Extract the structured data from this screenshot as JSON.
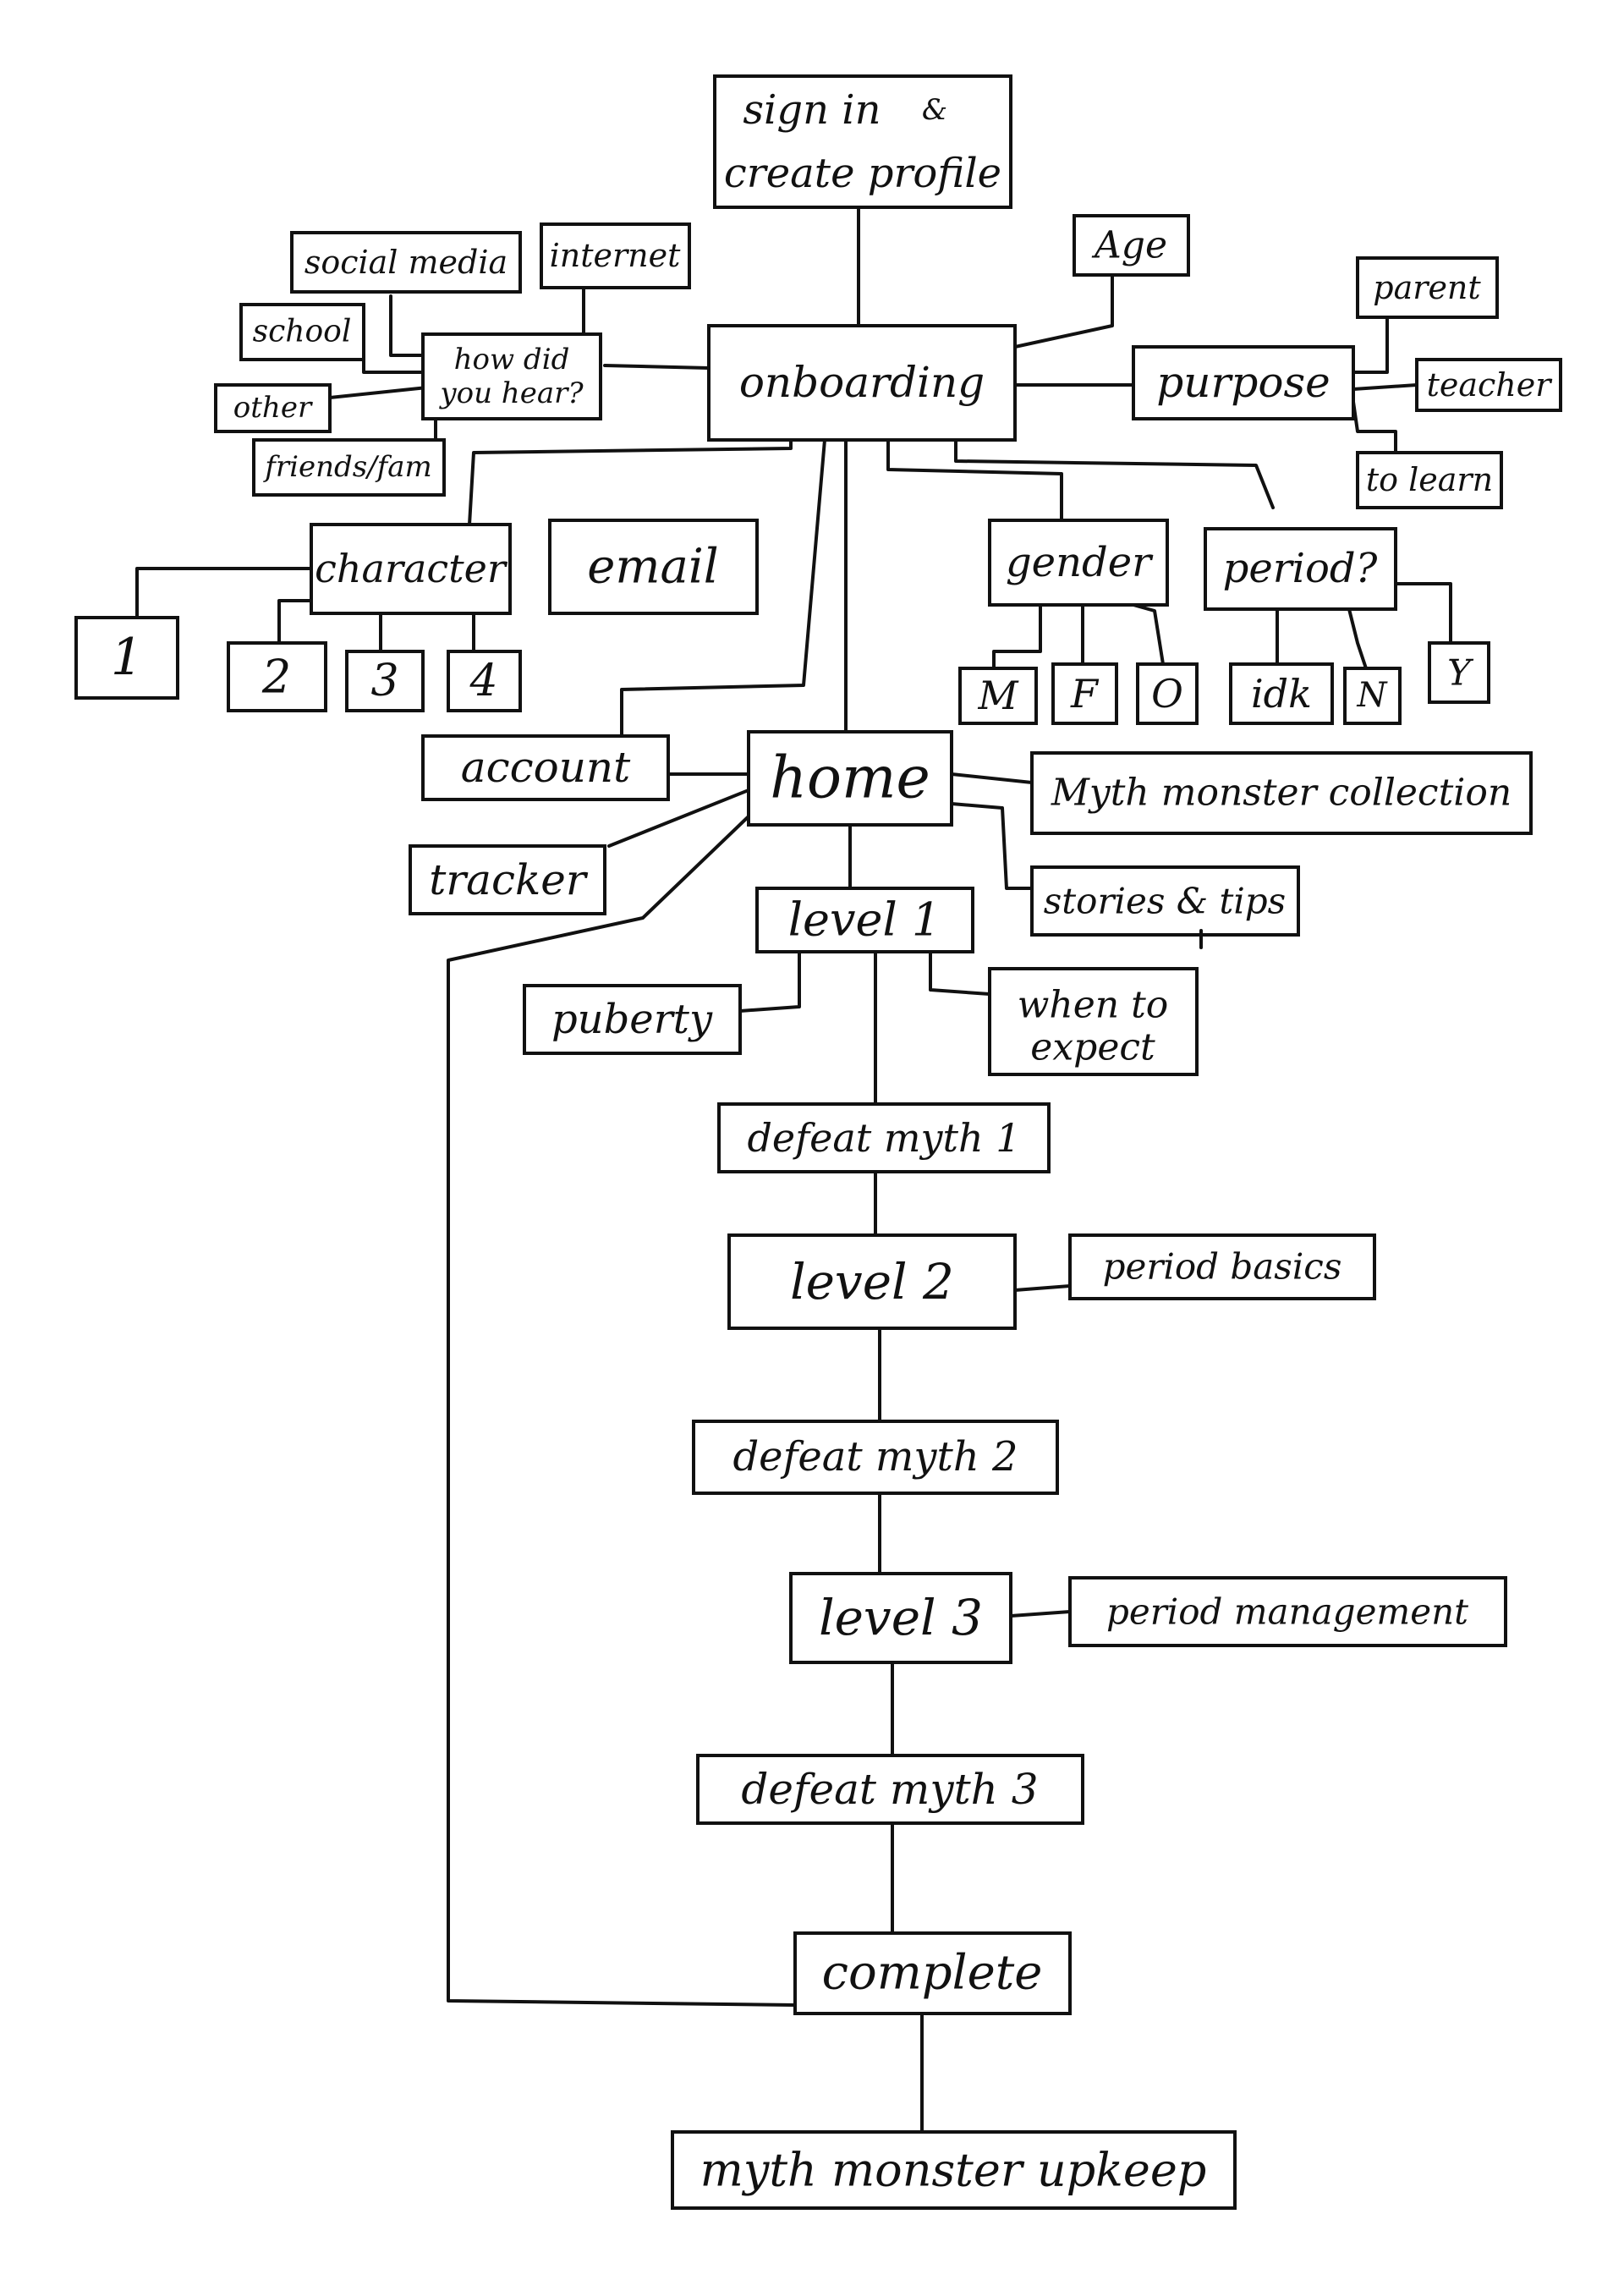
{
  "nodes": {
    "sign_in": {
      "line1": "sign in",
      "amp": "&",
      "line2": "create profile"
    },
    "age": "Age",
    "social_media": "social media",
    "internet": "internet",
    "school": "school",
    "how_did_you_hear": {
      "line1": "how did",
      "line2": "you hear?"
    },
    "other": "other",
    "friends_fam": "friends/fam",
    "onboarding": "onboarding",
    "purpose": "purpose",
    "parent": "parent",
    "teacher": "teacher",
    "to_learn": "to learn",
    "character": "character",
    "email": "email",
    "gender": "gender",
    "period_q": "period?",
    "char_1": "1",
    "char_2": "2",
    "char_3": "3",
    "char_4": "4",
    "gender_m": "M",
    "gender_f": "F",
    "gender_o": "O",
    "period_idk": "idk",
    "period_n": "N",
    "period_y": "Y",
    "account": "account",
    "home": "home",
    "myth_collection": "Myth monster collection",
    "tracker": "tracker",
    "stories_tips": "stories & tips",
    "level_1": "level 1",
    "puberty": "puberty",
    "when_to_expect": {
      "line1": "when to",
      "line2": "expect"
    },
    "defeat_myth_1": "defeat myth 1",
    "level_2": "level 2",
    "period_basics": "period basics",
    "defeat_myth_2": "defeat myth 2",
    "level_3": "level 3",
    "period_management": "period management",
    "defeat_myth_3": "defeat myth 3",
    "complete": "complete",
    "myth_upkeep": "myth monster upkeep"
  }
}
